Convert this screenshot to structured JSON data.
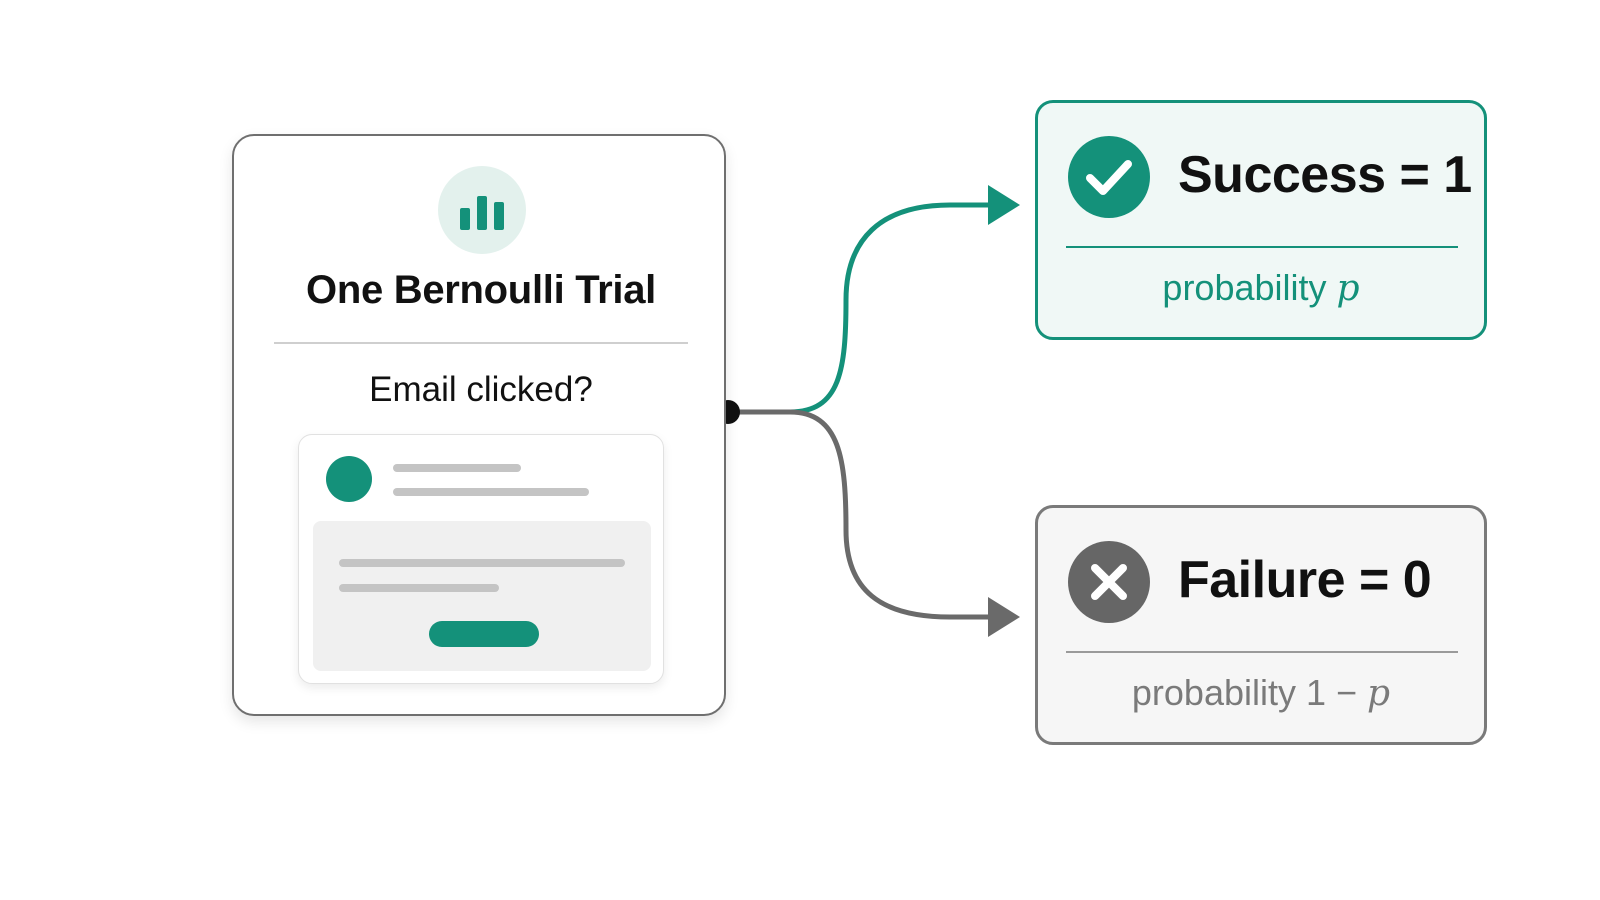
{
  "trial": {
    "title": "One Bernoulli Trial",
    "question": "Email clicked?",
    "icon": "bar-chart-icon"
  },
  "outcomes": {
    "success": {
      "label": "Success = 1",
      "prob_prefix": "probability ",
      "prob_var": "p",
      "icon": "check-icon",
      "color": "#14917a"
    },
    "failure": {
      "label": "Failure = 0",
      "prob_prefix": "probability 1 − ",
      "prob_var": "p",
      "icon": "close-icon",
      "color": "#666666"
    }
  },
  "colors": {
    "accent": "#14917a",
    "neutral": "#666666"
  }
}
